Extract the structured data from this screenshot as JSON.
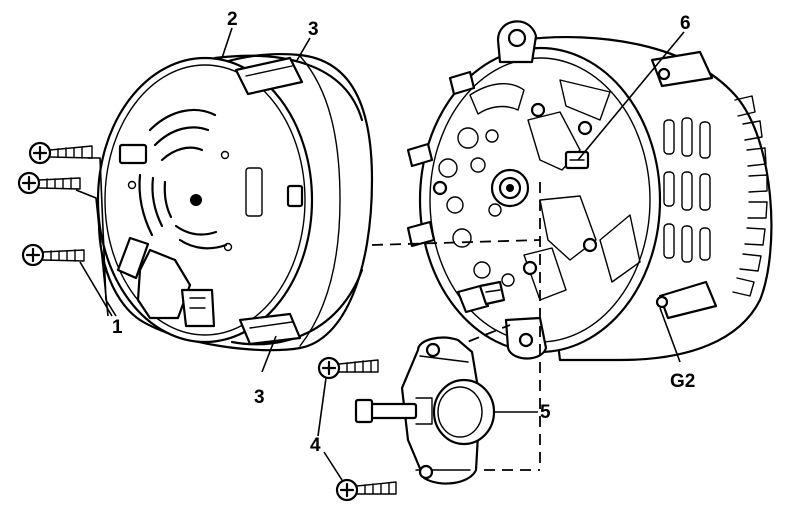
{
  "callouts": {
    "end_cover": "2",
    "cover_clip_top": "3",
    "cover_clip_bottom": "3",
    "cover_screws": "1",
    "regulator_screws": "4",
    "voltage_regulator": "5",
    "diode_plate": "6",
    "alternator": "G2"
  }
}
